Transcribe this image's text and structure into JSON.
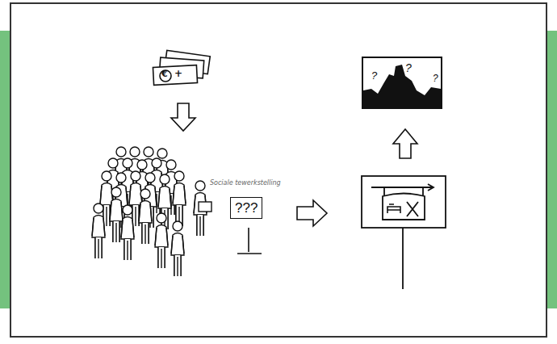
{
  "diagram": {
    "nodes": [
      {
        "text": [
          "Sociale tewerkstelling",
          "???"
        ]
      },
      {
        "text": [
          "?",
          "?",
          "?"
        ]
      }
    ],
    "labels": [
      "€",
      "+"
    ]
  }
}
